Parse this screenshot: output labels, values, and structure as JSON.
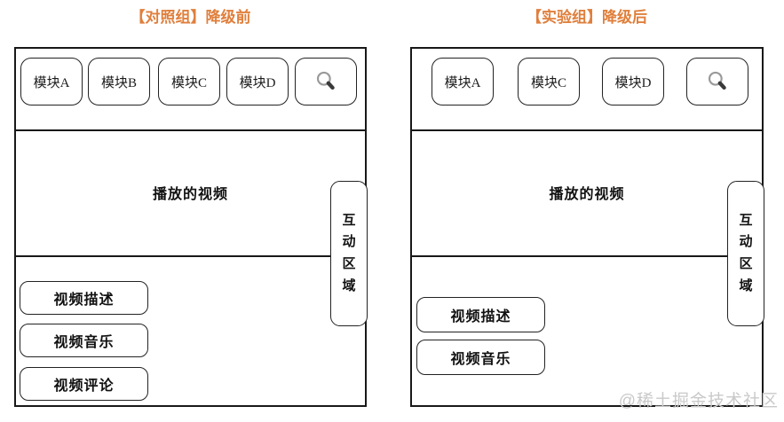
{
  "colors": {
    "title": "#e07f3c",
    "border": "#181818",
    "text": "#111111",
    "watermark": "#c9c9c9",
    "icon_glass": "#9a9a9a",
    "icon_handle": "#3a3a3a"
  },
  "titles": {
    "left": "【对照组】降级前",
    "right": "【实验组】降级后"
  },
  "left_panel": {
    "modules": [
      "模块A",
      "模块B",
      "模块C",
      "模块D"
    ],
    "search_icon": "magnifier",
    "video_label": "播放的视频",
    "interaction_label": "互动区域",
    "bottom_buttons": [
      "视频描述",
      "视频音乐",
      "视频评论"
    ]
  },
  "right_panel": {
    "modules": [
      "模块A",
      "模块C",
      "模块D"
    ],
    "search_icon": "magnifier",
    "video_label": "播放的视频",
    "interaction_label": "互动区域",
    "bottom_buttons": [
      "视频描述",
      "视频音乐"
    ]
  },
  "watermark": "@稀土掘金技术社区"
}
